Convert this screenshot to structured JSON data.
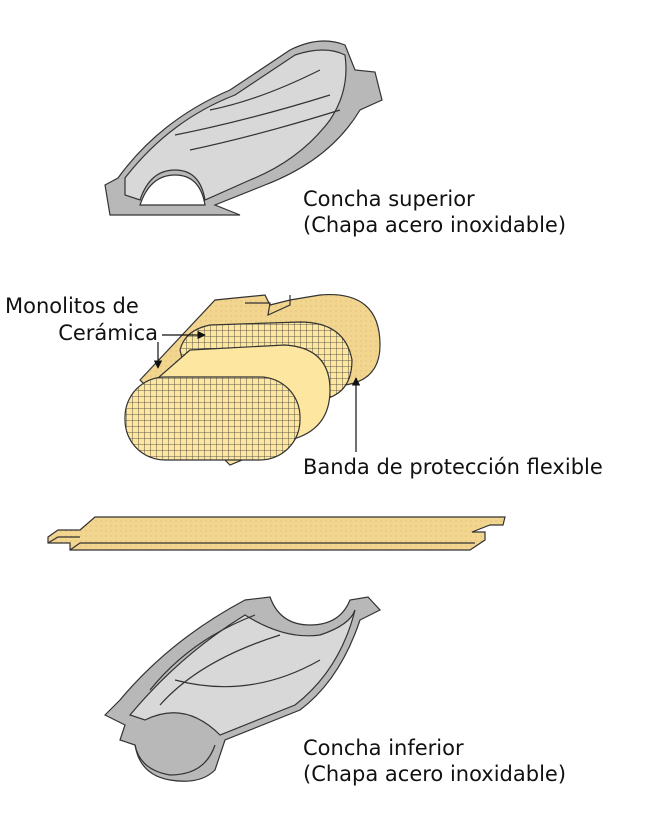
{
  "labels": {
    "upper_shell": [
      "Concha superior",
      "(Chapa acero inoxidable)"
    ],
    "monoliths": [
      "Monolitos de",
      "Cerámica"
    ],
    "band": "Banda de protección flexible",
    "lower_shell": [
      "Concha inferior",
      "(Chapa acero inoxidable)"
    ]
  },
  "colors": {
    "steel": "#b8b8b8",
    "steel_light": "#d8d8d8",
    "ceramic": "#fde6a0",
    "band": "#f2d58e",
    "outline": "#222222"
  }
}
